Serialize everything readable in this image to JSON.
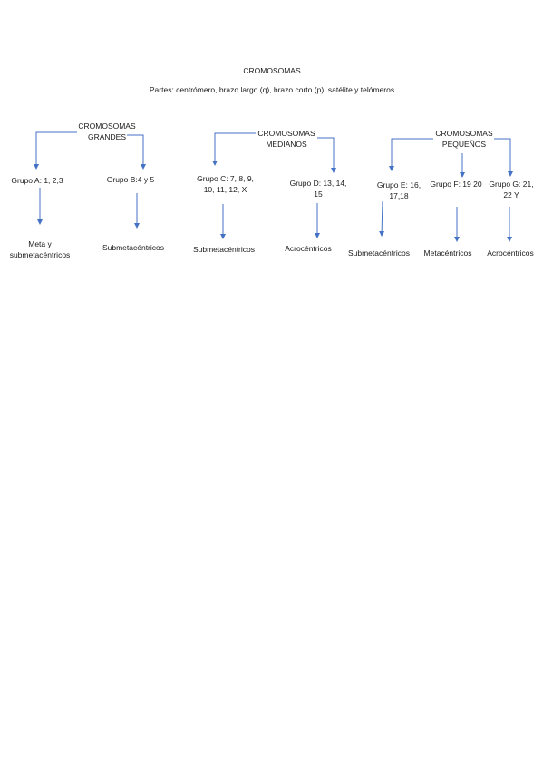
{
  "title": "CROMOSOMAS",
  "subtitle": "Partes: centrómero, brazo largo (q), brazo corto (p), satélite y telómeros",
  "line_color": "#4472c4",
  "groups": [
    {
      "name": "CROMOSOMAS GRANDES",
      "children": [
        {
          "label": "Grupo A: 1, 2,3",
          "type": "Meta y submetacéntricos"
        },
        {
          "label": "Grupo B:4 y 5",
          "type": "Submetacéntricos"
        }
      ]
    },
    {
      "name": "CROMOSOMAS MEDIANOS",
      "children": [
        {
          "label": "Grupo C: 7, 8, 9, 10, 11, 12, X",
          "type": "Submetacéntricos"
        },
        {
          "label": "Grupo D: 13, 14, 15",
          "type": "Acrocéntricos"
        }
      ]
    },
    {
      "name": "CROMOSOMAS PEQUEÑOS",
      "children": [
        {
          "label": "Grupo E: 16, 17,18",
          "type": "Submetacéntricos"
        },
        {
          "label": "Grupo F: 19 20",
          "type": "Metacéntricos"
        },
        {
          "label": "Grupo G: 21, 22 Y",
          "type": "Acrocéntricos"
        }
      ]
    }
  ]
}
